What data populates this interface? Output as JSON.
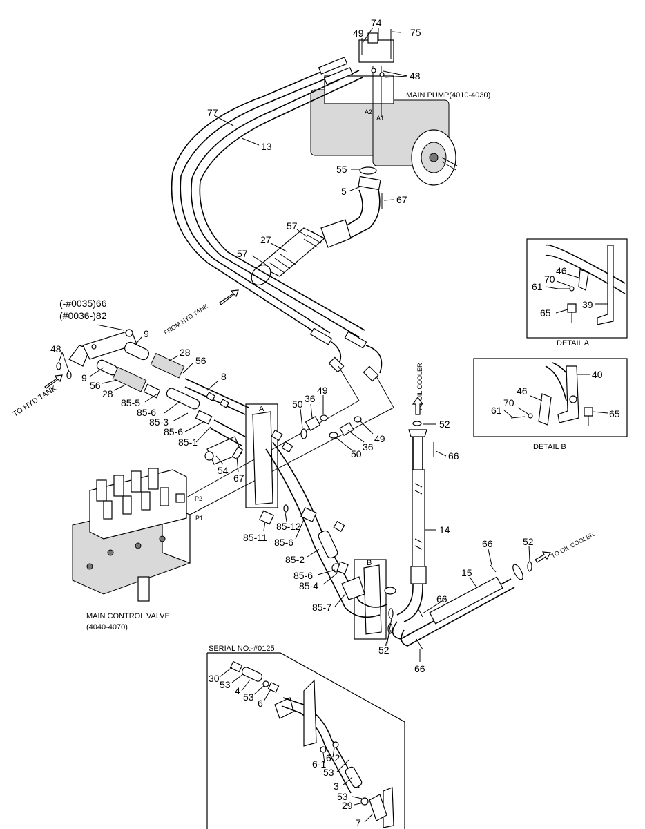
{
  "captions": {
    "main_pump": "MAIN PUMP(4010-4030)",
    "main_control_valve_line1": "MAIN CONTROL VALVE",
    "main_control_valve_line2": "(4040-4070)",
    "detail_a": "DETAIL A",
    "detail_b": "DETAIL B",
    "serial_no": "SERIAL NO:-#0125",
    "from_hyd_tank": "FROM HYD TANK",
    "to_hyd_tank": "TO HYD TANK",
    "to_oil_cooler_vertical": "TO OIL COOLER",
    "to_oil_cooler_right": "TO OIL COOLER",
    "serial_66": "(-#0035)66",
    "serial_82": "(#0036-)82",
    "port_a1": "A1",
    "port_a2": "A2",
    "port_p1": "P1",
    "port_p2": "P2",
    "box_a": "A",
    "box_b": "B"
  },
  "callouts": {
    "c74": "74",
    "c49_top": "49",
    "c75": "75",
    "c48_top": "48",
    "c77": "77",
    "c13": "13",
    "c55": "55",
    "c5": "5",
    "c67_top": "67",
    "c57_a": "57",
    "c27": "27",
    "c57_b": "57",
    "c48_left": "48",
    "c9_a": "9",
    "c9_b": "9",
    "c28_a": "28",
    "c56_a": "56",
    "c56_b": "56",
    "c28_b": "28",
    "c8": "8",
    "c85_5": "85-5",
    "c85_6_a": "85-6",
    "c85_3": "85-3",
    "c85_6_b": "85-6",
    "c85_1": "85-1",
    "c54": "54",
    "c67_mid": "67",
    "c50_a": "50",
    "c36_a": "36",
    "c49_a": "49",
    "c49_b": "49",
    "c50_b": "50",
    "c36_b": "36",
    "c85_11": "85-11",
    "c85_12": "85-12",
    "c85_6_c": "85-6",
    "c85_2": "85-2",
    "c85_6_d": "85-6",
    "c85_4": "85-4",
    "c85_7": "85-7",
    "c52_top": "52",
    "c66_a": "66",
    "c14": "14",
    "c66_b": "66",
    "c52_right": "52",
    "c15": "15",
    "c66_c": "66",
    "c52_bottom": "52",
    "c66_d": "66",
    "da_46": "46",
    "da_70": "70",
    "da_61": "61",
    "da_39": "39",
    "da_65": "65",
    "db_40": "40",
    "db_46": "46",
    "db_70": "70",
    "db_61": "61",
    "db_65": "65",
    "s_30": "30",
    "s_53_a": "53",
    "s_4": "4",
    "s_53_b": "53",
    "s_6_a": "6",
    "s_6_1": "6-1",
    "s_6_2": "6-2",
    "s_53_c": "53",
    "s_3": "3",
    "s_53_d": "53",
    "s_29": "29",
    "s_7": "7"
  },
  "icons": [
    "hydraulic-pump-icon",
    "control-valve-icon",
    "hose-icon",
    "bracket-icon",
    "flow-arrow-icon"
  ]
}
